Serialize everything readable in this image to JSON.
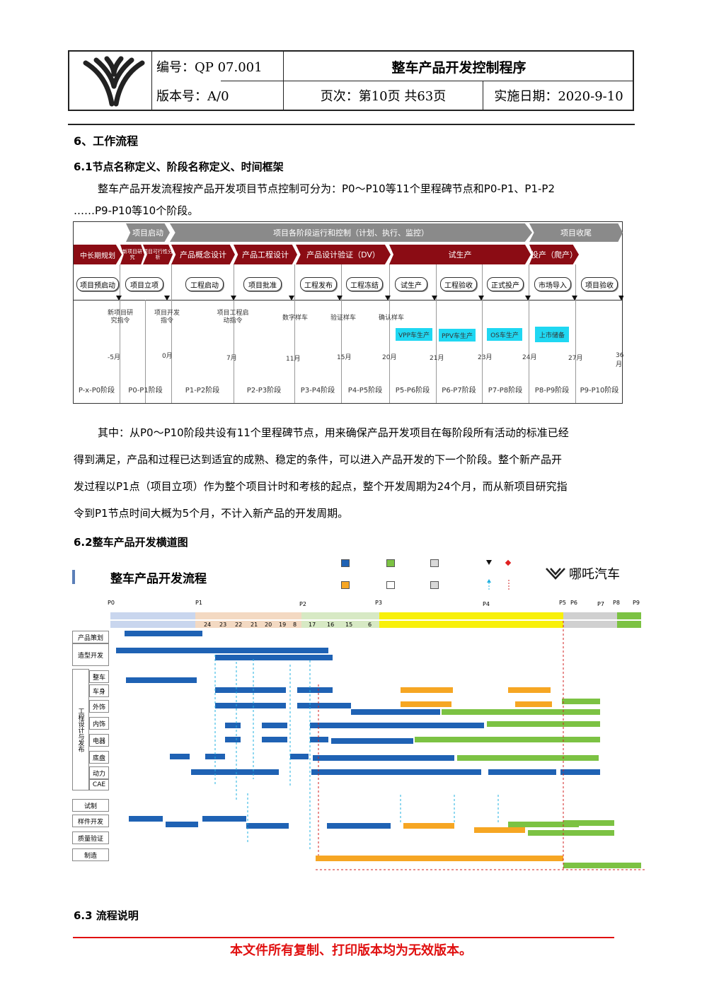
{
  "header": {
    "doc_no_label": "编号：QP 07.001",
    "title": "整车产品开发控制程序",
    "version_label": "版本号：A/0",
    "page_label": "页次：第10页 共63页",
    "date_label": "实施日期：2020-9-10"
  },
  "sections": {
    "s6": "6、工作流程",
    "s61": "6.1节点名称定义、阶段名称定义、时间框架",
    "p1_l1": "整车产品开发流程按产品开发项目节点控制可分为：P0～P10等11个里程碑节点和P0-P1、P1-P2",
    "p1_l2": "……P9-P10等10个阶段。",
    "p2_l1": "其中：从P0～P10阶段共设有11个里程碑节点，用来确保产品开发项目在每阶段所有活动的标准已经",
    "p2_l2": "得到满足，产品和过程已达到适宜的成熟、稳定的条件，可以进入产品开发的下一个阶段。整个新产品开",
    "p2_l3": "发过程以P1点（项目立项）作为整个项目计时和考核的起点，整个开发周期为24个月，而从新项目研究指",
    "p2_l4": "令到P1节点时间大概为5个月，不计入新产品的开发周期。",
    "s62": "6.2整车产品开发横道图",
    "s63": "6.3 流程说明"
  },
  "process_chart": {
    "top_bands": [
      "项目启动",
      "项目各阶段运行和控制（计划、执行、监控）",
      "项目收尾"
    ],
    "phase_bands": [
      "中长期规划",
      "新项目研究",
      "项目可行性分析",
      "产品概念设计",
      "产品工程设计",
      "产品设计验证（DV）",
      "试生产",
      "投产（爬产）"
    ],
    "milestones": [
      "项目预启动",
      "项目立项",
      "工程启动",
      "项目批准",
      "工程发布",
      "工程冻结",
      "试生产",
      "工程验收",
      "正式投产",
      "市场导入",
      "项目验收"
    ],
    "notes": [
      "新项目研究指令",
      "项目开发指令",
      "项目工程启动指令",
      "数字样车",
      "验证样车",
      "确认样车"
    ],
    "builds": [
      "VPP车生产",
      "PPV车生产",
      "OS车生产",
      "上市储备"
    ],
    "months": [
      "-5月",
      "0月",
      "7月",
      "11月",
      "15月",
      "20月",
      "21月",
      "23月",
      "24月",
      "27月",
      "36月"
    ],
    "stages": [
      "P-x-P0阶段",
      "P0-P1阶段",
      "P1-P2阶段",
      "P2-P3阶段",
      "P3-P4阶段",
      "P4-P5阶段",
      "P5-P6阶段",
      "P6-P7阶段",
      "P7-P8阶段",
      "P8-P9阶段",
      "P9-P10阶段"
    ]
  },
  "gantt": {
    "title": "整车产品开发流程",
    "brand": "哪吒汽车",
    "points": [
      "P0",
      "P1",
      "P2",
      "P3",
      "P4",
      "P5",
      "P6",
      "P7",
      "P8",
      "P9"
    ],
    "side_labels": [
      "产品策划",
      "造型开发",
      "整车",
      "车身",
      "外饰",
      "内饰",
      "电器",
      "底盘",
      "动力",
      "CAE",
      "试制",
      "样件开发",
      "质量验证",
      "制造"
    ],
    "side_group": "工程设计与发布",
    "countdown": [
      "24",
      "23",
      "22",
      "21",
      "20",
      "19",
      "8",
      "17",
      "16",
      "15",
      "6"
    ]
  },
  "footer": "本文件所有复制、打印版本均为无效版本。",
  "colors": {
    "dark_red": "#8b0c14",
    "grey_band": "#8a8a8a",
    "cyan": "#1fd7f2",
    "blue": "#1f62b4",
    "green": "#7cc243",
    "orange": "#f6a623",
    "footer_red": "#e01010"
  }
}
